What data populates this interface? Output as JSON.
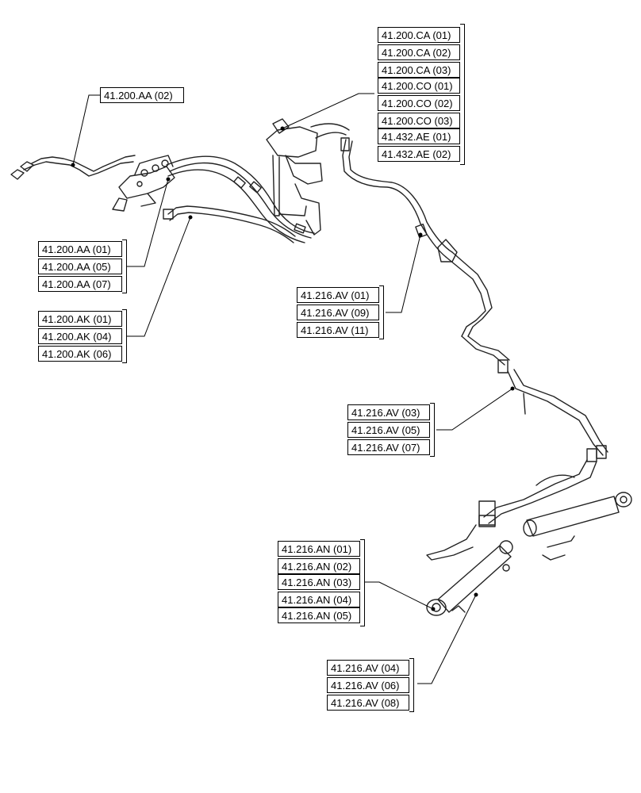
{
  "callouts": {
    "top_right": [
      "41.200.CA (01)",
      "41.200.CA (02)",
      "41.200.CA (03)",
      "41.200.CO (01)",
      "41.200.CO (02)",
      "41.200.CO (03)",
      "41.432.AE (01)",
      "41.432.AE (02)"
    ],
    "aa02": [
      "41.200.AA (02)"
    ],
    "aa_group": [
      "41.200.AA (01)",
      "41.200.AA (05)",
      "41.200.AA (07)"
    ],
    "ak_group": [
      "41.200.AK (01)",
      "41.200.AK (04)",
      "41.200.AK (06)"
    ],
    "av_upper": [
      "41.216.AV (01)",
      "41.216.AV (09)",
      "41.216.AV (11)"
    ],
    "av_mid": [
      "41.216.AV (03)",
      "41.216.AV (05)",
      "41.216.AV (07)"
    ],
    "an_group": [
      "41.216.AN (01)",
      "41.216.AN (02)",
      "41.216.AN (03)",
      "41.216.AN (04)",
      "41.216.AN (05)"
    ],
    "av_lower": [
      "41.216.AV (04)",
      "41.216.AV (06)",
      "41.216.AV (08)"
    ]
  }
}
